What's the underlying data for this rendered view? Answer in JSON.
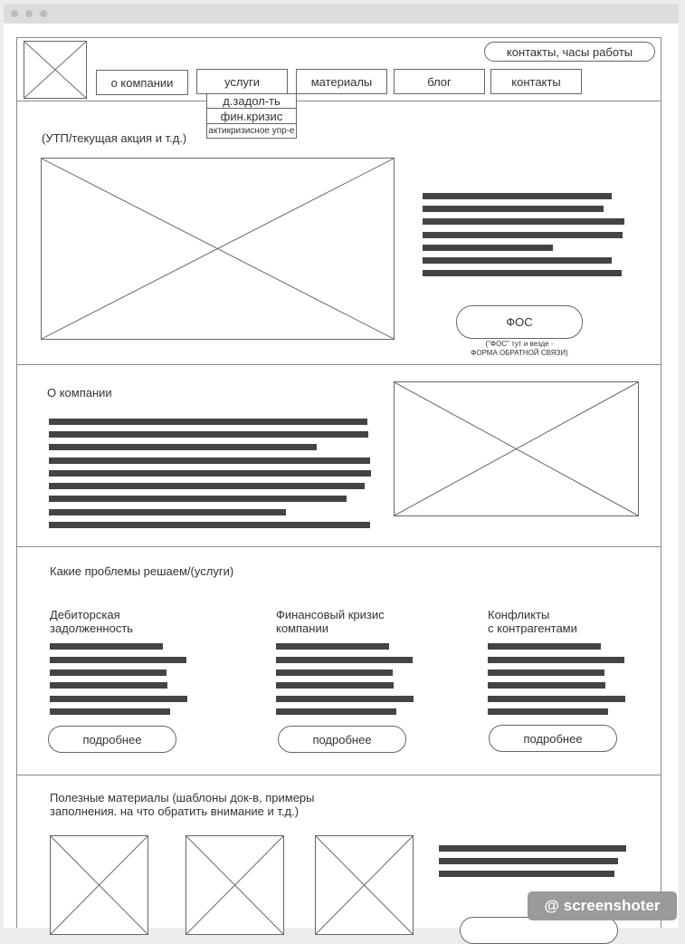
{
  "header": {
    "contacts_hours": "контакты, часы работы",
    "nav": [
      "о компании",
      "услуги",
      "материалы",
      "блог",
      "контакты"
    ],
    "dropdown": [
      "д.задол-ть",
      "фин.кризис",
      "актикризисное упр-е"
    ]
  },
  "hero": {
    "utp": "(УТП/текущая акция и т.д.)",
    "fos_button": "ФОС",
    "fos_note_line1": "(\"ФОС\" тут и везде -",
    "fos_note_line2": "ФОРМА ОБРАТНОЙ СВЯЗИ)"
  },
  "about": {
    "title": "О компании"
  },
  "services": {
    "title": "Какие проблемы решаем/(услуги)",
    "items": [
      {
        "line1": "Дебиторская",
        "line2": "задолженность",
        "button": "подробнее"
      },
      {
        "line1": "Финансовый кризис",
        "line2": "компании",
        "button": "подробнее"
      },
      {
        "line1": "Конфликты",
        "line2": "с контрагентами",
        "button": "подробнее"
      }
    ]
  },
  "materials": {
    "line1": "Полезные материалы (шаблоны док-в, примеры",
    "line2": "заполнения. на что обратить внимание и т.д.)"
  },
  "watermark": "@ screenshoter"
}
